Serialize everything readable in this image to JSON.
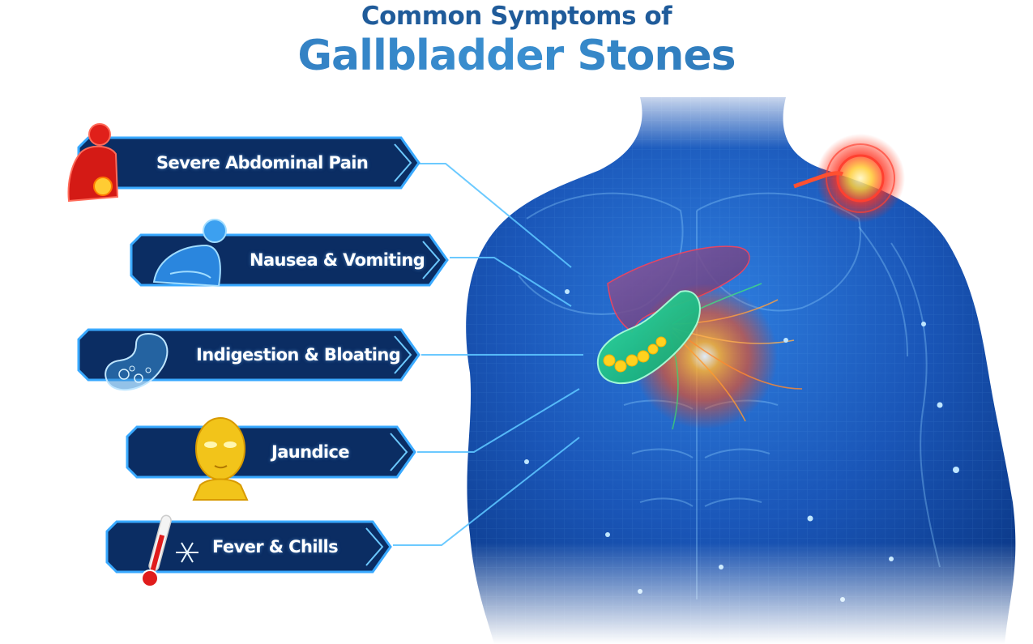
{
  "title": {
    "line1": "Common Symptoms of",
    "line2": "Gallbladder Stones"
  },
  "colors": {
    "title_dark": "#1f5b9a",
    "title_accent": "#3a8fd0",
    "panel_fill": "#0b2d63",
    "panel_border": "#39a9ff",
    "body_blue": "#1c5fbf",
    "gallbladder_green": "#22c98a",
    "stone_yellow": "#ffd21f",
    "pain_red": "#ff2a1f"
  },
  "symptoms": [
    {
      "label": "Severe Abdominal Pain",
      "icon": "red-man-holding-abdomen-icon"
    },
    {
      "label": "Nausea & Vomiting",
      "icon": "blue-man-nauseous-icon"
    },
    {
      "label": "Indigestion & Bloating",
      "icon": "stomach-bubbles-icon"
    },
    {
      "label": "Jaundice",
      "icon": "yellow-head-icon"
    },
    {
      "label": "Fever & Chills",
      "icon": "thermometer-snowflake-icon"
    }
  ],
  "illustration": {
    "subject": "human-torso-anatomy",
    "highlights": [
      "liver",
      "gallbladder-with-stones",
      "right-shoulder-referred-pain"
    ]
  }
}
